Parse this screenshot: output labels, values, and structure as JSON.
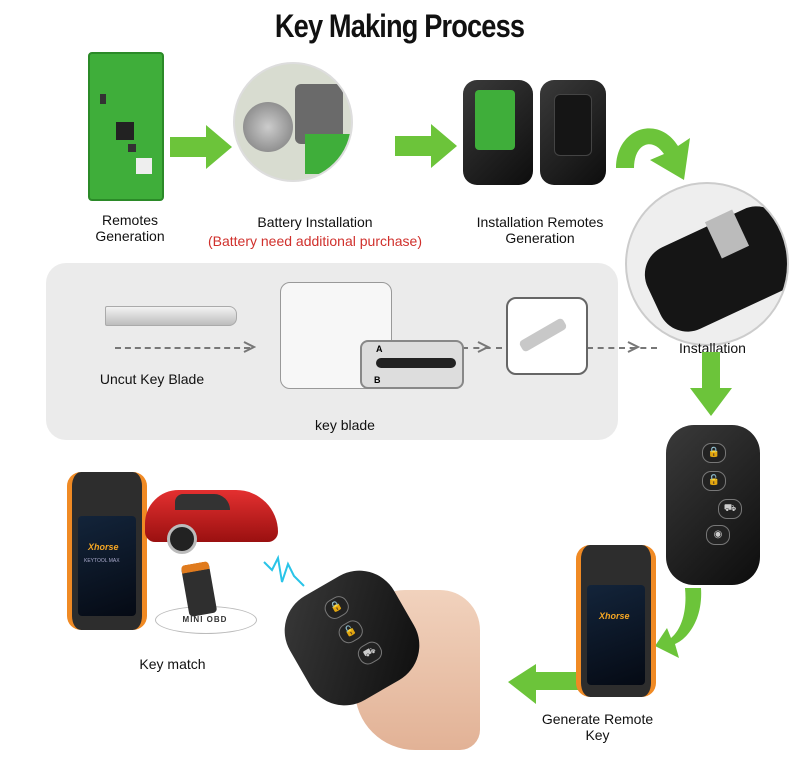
{
  "title": "Key Making Process",
  "steps": {
    "remotes_generation": "Remotes Generation",
    "battery_installation": "Battery Installation",
    "battery_note": "(Battery need additional purchase)",
    "installation_remotes_generation": "Installation Remotes Generation",
    "installation": "Installation",
    "uncut_key_blade": "Uncut Key  Blade",
    "key_blade": "key blade",
    "generate_remote_key": "Generate Remote Key",
    "key_match": "Key match"
  },
  "machine_screen": {
    "label_a": "A",
    "label_b": "B"
  },
  "mini_obd_label": "MINI OBD",
  "device_brand": "Xhorse",
  "device_model": "KEYTOOL MAX",
  "colors": {
    "arrow": "#6cc43a",
    "note": "#d0302c",
    "panel": "#ebebeb",
    "device_accent": "#f08a24",
    "signal": "#29c4e8"
  }
}
